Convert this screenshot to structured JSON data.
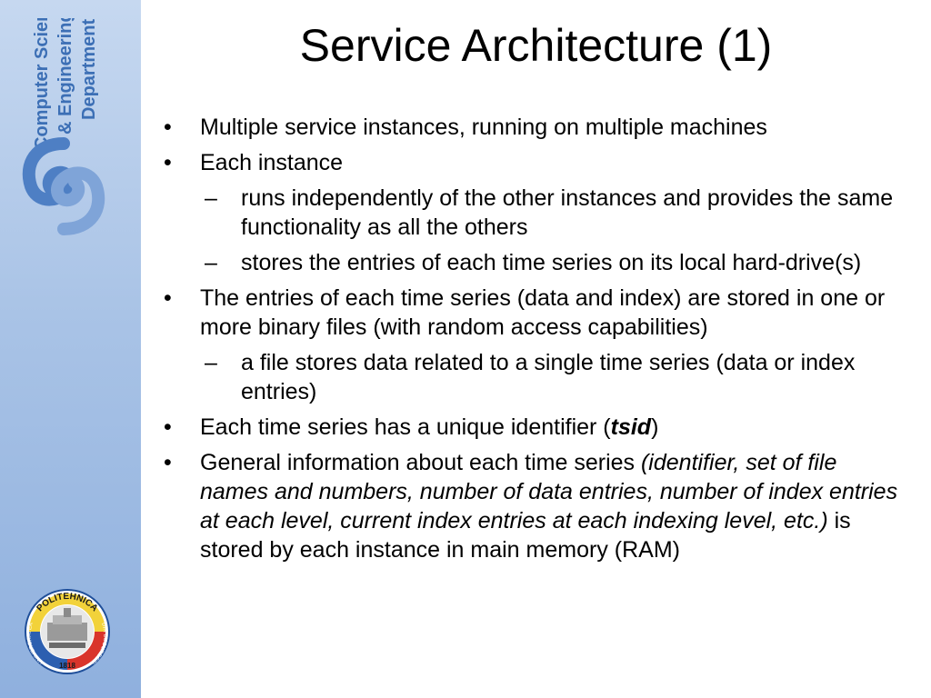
{
  "sidebar": {
    "dept_line1": "Computer Science",
    "dept_line2": "& Engineering",
    "dept_line3": "Department",
    "seal_top": "POLITEHNICA",
    "seal_left": "UNIVERSITATEA",
    "seal_right": "DIN BUCURESTI",
    "seal_year": "1818"
  },
  "slide": {
    "title": "Service Architecture (1)",
    "bullet_char": "•",
    "dash_char": "–",
    "b1": "Multiple service instances, running on multiple machines",
    "b2": "Each instance",
    "b2_s1": "runs independently of the other instances and provides the same functionality as all the others",
    "b2_s2": "stores the entries of each time series on its local hard-drive(s)",
    "b3": "The entries of each time series (data and index) are stored in one or more binary files (with random access capabilities)",
    "b3_s1": "a file stores data related to a single time series (data or index entries)",
    "b4_pre": "Each time series has a unique identifier (",
    "b4_em": "tsid",
    "b4_post": ")",
    "b5_pre": "General information about each time series ",
    "b5_em": "(identifier, set of file names and numbers, number of data entries, number of index entries at each level, current index entries at each indexing level, etc.)",
    "b5_post": " is stored by each instance in main memory (RAM)"
  }
}
